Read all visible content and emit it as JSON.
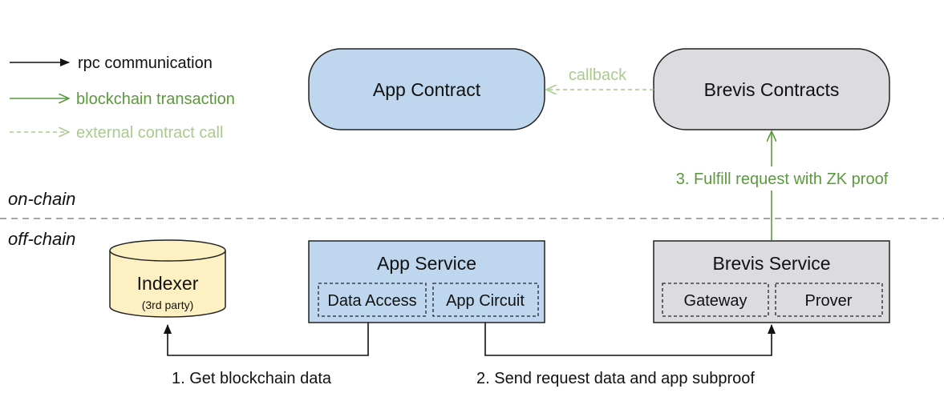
{
  "legend": {
    "rpc": "rpc communication",
    "tx": "blockchain transaction",
    "external": "external contract call"
  },
  "zones": {
    "on_chain": "on-chain",
    "off_chain": "off-chain"
  },
  "nodes": {
    "app_contract": "App Contract",
    "brevis_contracts": "Brevis Contracts",
    "indexer": "Indexer",
    "indexer_sub": "(3rd party)",
    "app_service": "App Service",
    "data_access": "Data Access",
    "app_circuit": "App Circuit",
    "brevis_service": "Brevis Service",
    "gateway": "Gateway",
    "prover": "Prover"
  },
  "edges": {
    "callback": "callback",
    "fulfill": "3. Fulfill request with ZK proof",
    "get_data": "1. Get blockchain data",
    "send_request": "2. Send request data and app subproof"
  },
  "colors": {
    "tx_green": "#5a9a3c",
    "external_green": "#a9cc8e",
    "app_fill": "#bfd7ee",
    "brevis_fill": "#dcdbe0",
    "indexer_fill": "#fdf0c2"
  }
}
